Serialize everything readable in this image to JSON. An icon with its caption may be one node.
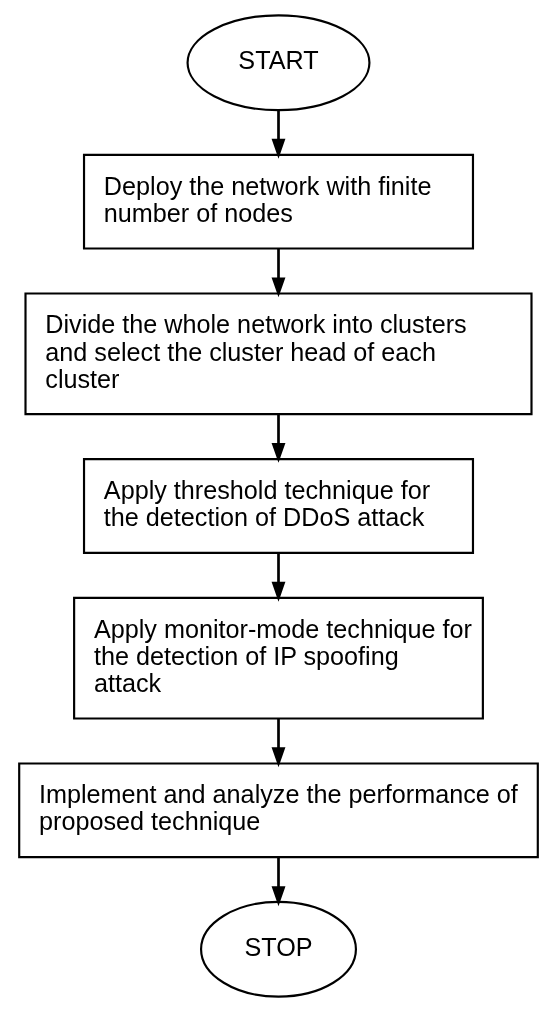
{
  "diagram": {
    "nodes": [
      {
        "text": [
          "START"
        ]
      },
      {
        "text": [
          "Deploy the network with finite number of nodes"
        ]
      },
      {
        "text": [
          "Divide the whole network into clusters and select the cluster head of each cluster"
        ]
      },
      {
        "text": [
          "Apply threshold technique for the detection of DDoS attack"
        ]
      },
      {
        "text": [
          "Apply monitor-mode technique for the detection of IP spoofing attack"
        ]
      },
      {
        "text": [
          "Implement and analyze the performance of proposed technique"
        ]
      },
      {
        "text": [
          "STOP"
        ]
      }
    ],
    "edges": [
      {
        "from": 0,
        "to": 1,
        "arrow": "to"
      },
      {
        "from": 1,
        "to": 2,
        "arrow": "to"
      },
      {
        "from": 2,
        "to": 3,
        "arrow": "to"
      },
      {
        "from": 3,
        "to": 4,
        "arrow": "to"
      },
      {
        "from": 4,
        "to": 5,
        "arrow": "to"
      },
      {
        "from": 5,
        "to": 6,
        "arrow": "to"
      }
    ]
  }
}
